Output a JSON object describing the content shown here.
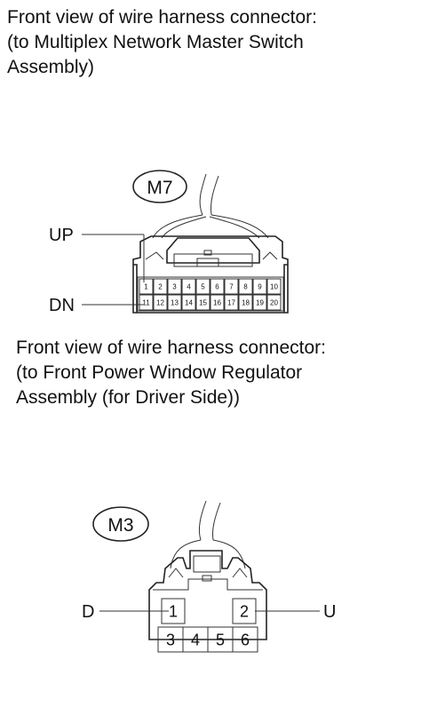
{
  "caption_top": {
    "line1": "Front view of wire harness connector:",
    "line2": "(to Multiplex Network Master Switch",
    "line3": "Assembly)"
  },
  "connector_m7": {
    "tag": "M7",
    "label_up": "UP",
    "label_dn": "DN",
    "pins_row1": [
      "1",
      "2",
      "3",
      "4",
      "5",
      "6",
      "7",
      "8",
      "9",
      "10"
    ],
    "pins_row2": [
      "11",
      "12",
      "13",
      "14",
      "15",
      "16",
      "17",
      "18",
      "19",
      "20"
    ]
  },
  "caption_bottom": {
    "line1": "Front view of wire harness connector:",
    "line2": "(to Front Power Window Regulator",
    "line3": "Assembly (for Driver Side))"
  },
  "connector_m3": {
    "tag": "M3",
    "label_d": "D",
    "label_u": "U",
    "pins_row1": [
      "1",
      "2"
    ],
    "pins_row2": [
      "3",
      "4",
      "5",
      "6"
    ]
  }
}
